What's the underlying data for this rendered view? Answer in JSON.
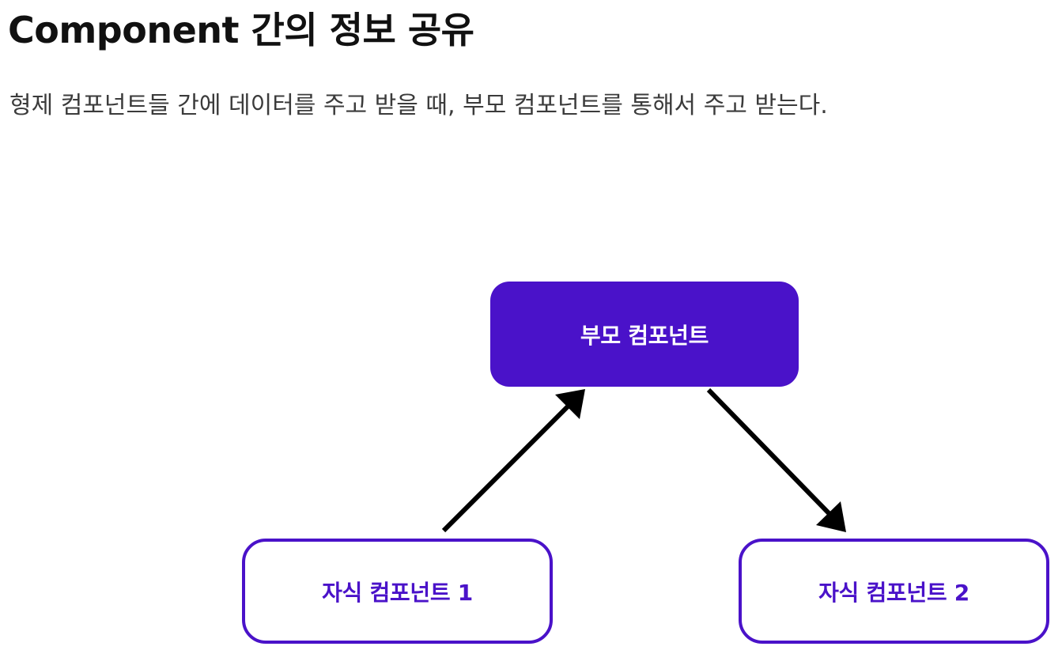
{
  "header": {
    "title": "Component 간의 정보 공유",
    "subtitle": "형제 컴포넌트들 간에 데이터를 주고 받을 때, 부모 컴포넌트를 통해서 주고 받는다."
  },
  "diagram": {
    "parent_label": "부모 컴포넌트",
    "child1_label": "자식 컴포넌트 1",
    "child2_label": "자식 컴포넌트 2",
    "colors": {
      "accent": "#4a12c9",
      "arrow": "#000000"
    }
  }
}
